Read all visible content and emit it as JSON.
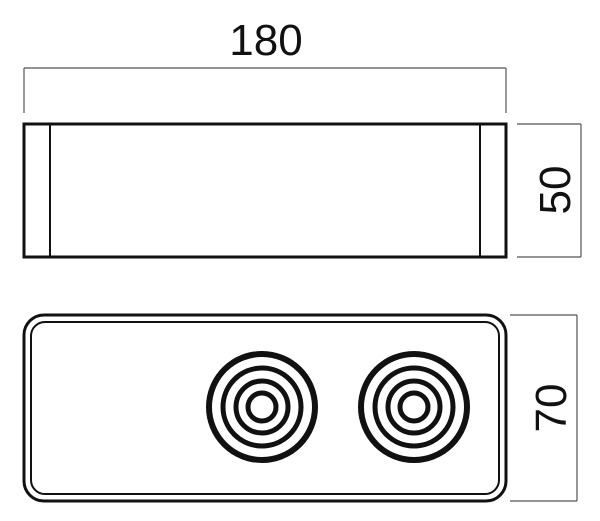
{
  "drawing": {
    "dimensions": {
      "width": "180",
      "height": "50",
      "depth": "70"
    },
    "colors": {
      "line": "#111111",
      "dim_line": "#555555",
      "background": "#ffffff"
    }
  }
}
